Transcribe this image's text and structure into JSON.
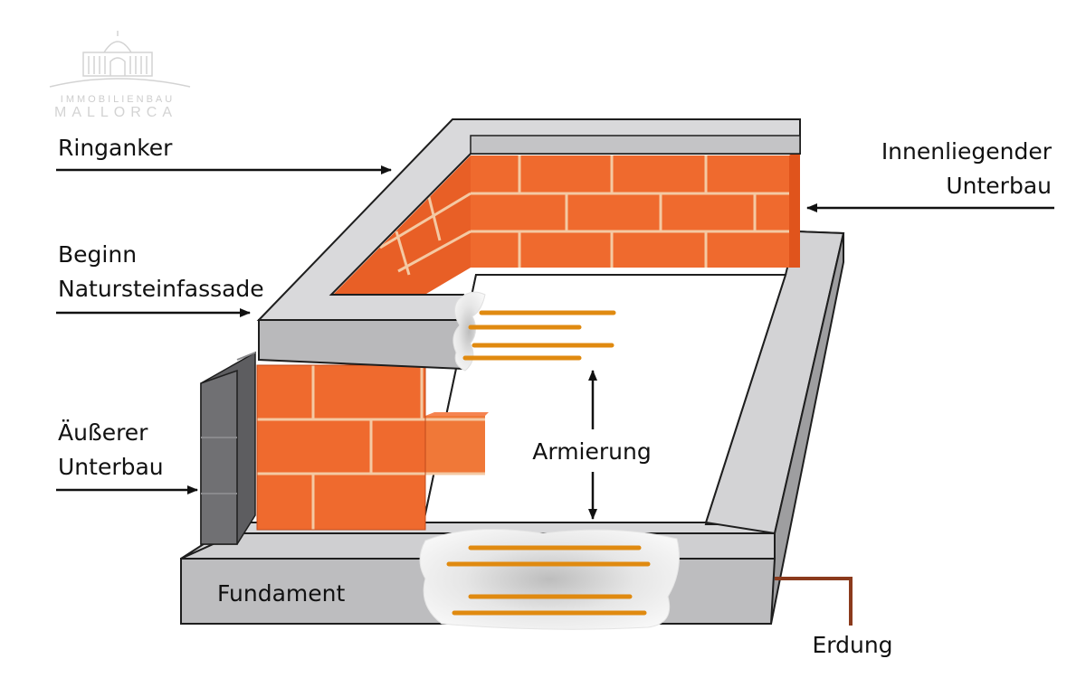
{
  "logo": {
    "line1": "IMMOBILIENBAU",
    "line2": "MALLORCA",
    "icon": "building-dome-icon"
  },
  "labels": {
    "ringanker": "Ringanker",
    "innen_line1": "Innenliegender",
    "innen_line2": "Unterbau",
    "beginn_line1": "Beginn",
    "beginn_line2": "Natursteinfassade",
    "aussen_line1": "Äußerer",
    "aussen_line2": "Unterbau",
    "armierung": "Armierung",
    "fundament": "Fundament",
    "erdung": "Erdung"
  },
  "colors": {
    "brick": "#ef6a2e",
    "brick_light": "#f58452",
    "brick_dark": "#e0541c",
    "mortar": "#f4c9a3",
    "concrete_top": "#d7d7d9",
    "concrete_front": "#bdbdbf",
    "concrete_edge": "#1e1e1e",
    "stone": "#6b6b6d",
    "rebar": "#e08a10",
    "grounding": "#8b3a1c"
  }
}
